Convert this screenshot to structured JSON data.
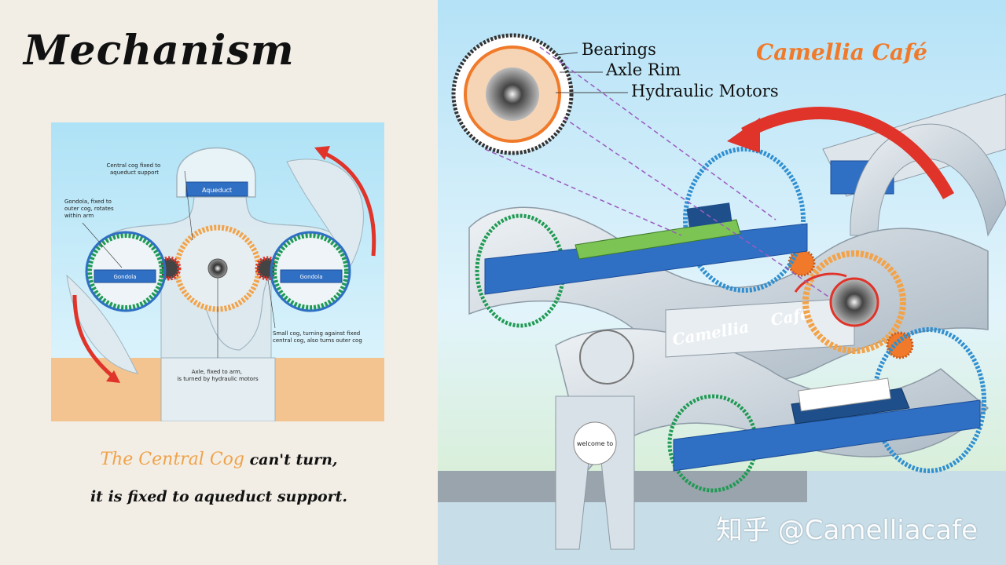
{
  "title": "Mechanism",
  "left_diagram": {
    "aqueduct": "Aqueduct",
    "central_cog_note": [
      "Central cog fixed to",
      "aqueduct support"
    ],
    "gondola_note": [
      "Gondola, fixed to",
      "outer cog, rotates",
      "within arm"
    ],
    "gondola_left": "Gondola",
    "gondola_right": "Gondola",
    "small_cog_note": [
      "Small cog, turning against fixed",
      "central cog, also turns outer cog"
    ],
    "axle_note": [
      "Axle, fixed to arm,",
      "is turned by hydraulic motors"
    ]
  },
  "caption": {
    "accent": "The Central Cog",
    "rest": " can't turn,",
    "line2": "it is fixed to aqueduct support."
  },
  "right_diagram": {
    "brand": "Camellia Café",
    "callouts": [
      "Bearings",
      "Axle Rim",
      "Hydraulic Motors"
    ],
    "arm_text_1": "Camellia",
    "arm_text_2": "Café",
    "sign_text": "welcome to"
  },
  "watermark": "知乎 @Camelliacafe",
  "colors": {
    "accent_orange": "#f0a24a",
    "brand_orange": "#f07a2a",
    "gondola_blue": "#2f6fc4",
    "arrow_red": "#e0342a",
    "sky": "#bfe6f5"
  }
}
